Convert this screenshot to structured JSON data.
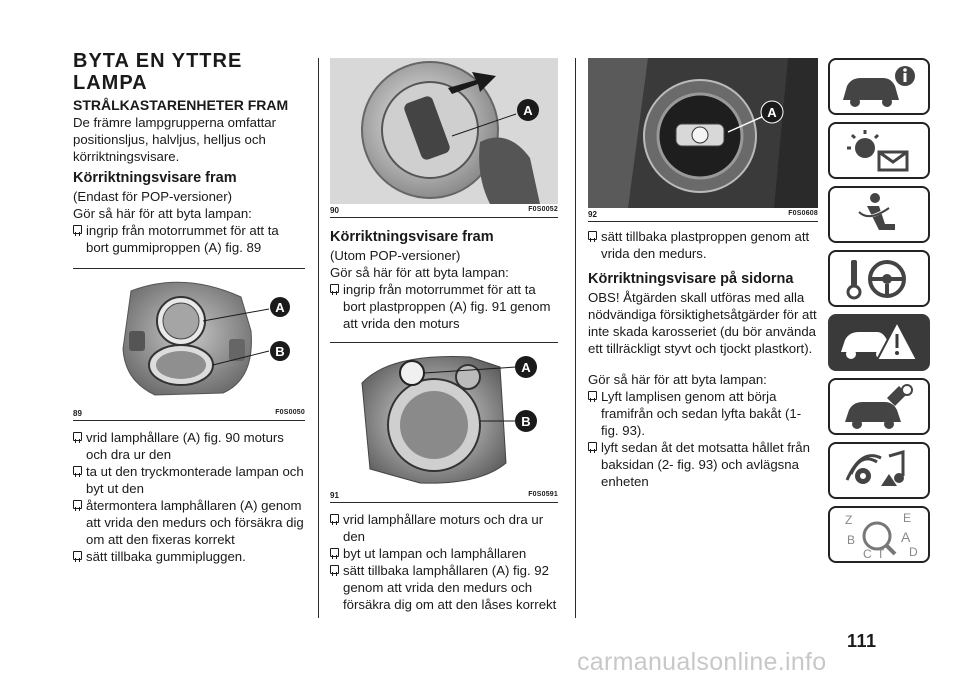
{
  "page_number": "111",
  "watermark": "carmanualsonline.info",
  "col1": {
    "title": "BYTA EN YTTRE LAMPA",
    "subtitle": "STRÅLKASTARENHETER FRAM",
    "intro": "De främre lampgrupperna omfattar positionsljus, halvljus, helljus och körriktningsvisare.",
    "heading": "Körriktningsvisare fram",
    "note": "(Endast för POP-versioner)",
    "lead": "Gör så här för att byta lampan:",
    "step1": "ingrip från motorrummet för att ta bort gummiproppen (A) fig. 89",
    "fig_num": "89",
    "fig_code": "F0S0050",
    "fig_label_a": "A",
    "fig_label_b": "B",
    "steps": [
      "vrid lamphållare (A) fig. 90 moturs och dra ur den",
      "ta ut den tryckmonterade lampan och byt ut den",
      "återmontera lamphållaren (A) genom att vrida den medurs och försäkra dig om att den fixeras korrekt",
      "sätt tillbaka gummipluggen."
    ]
  },
  "col2": {
    "fig_num": "90",
    "fig_code": "F0S0052",
    "fig_label_a": "A",
    "heading": "Körriktningsvisare fram",
    "note": "(Utom POP-versioner)",
    "lead": "Gör så här för att byta lampan:",
    "step1": "ingrip från motorrummet för att ta bort plastproppen (A) fig. 91 genom att vrida den moturs",
    "fig2_num": "91",
    "fig2_code": "F0S0591",
    "fig2_label_a": "A",
    "fig2_label_b": "B",
    "steps": [
      "vrid lamphållare moturs och dra ur den",
      "byt ut lampan och lamphållaren",
      "sätt tillbaka lamphållaren (A) fig. 92 genom att vrida den medurs och försäkra dig om att den låses korrekt"
    ]
  },
  "col3": {
    "fig_num": "92",
    "fig_code": "F0S0608",
    "fig_label_a": "A",
    "step1": "sätt tillbaka plastproppen genom att vrida den medurs.",
    "heading": "Körriktningsvisare på sidorna",
    "obs": "OBS! Åtgärden skall utföras med alla nödvändiga försiktighetsåtgärder för att inte skada karosseriet (du bör använda ett tillräckligt styvt och tjockt plastkort).",
    "lead": "Gör så här för att byta lampan:",
    "steps": [
      "Lyft lamplisen genom att börja framifrån och sedan lyfta bakåt (1-fig. 93).",
      "lyft sedan åt det motsatta hållet från baksidan (2- fig. 93) och avlägsna enheten"
    ]
  },
  "sidebar": {
    "tabs": [
      {
        "icon": "car-info-icon",
        "active": false
      },
      {
        "icon": "warning-lights-icon",
        "active": false
      },
      {
        "icon": "seat-airbag-icon",
        "active": false
      },
      {
        "icon": "steering-wheel-key-icon",
        "active": false
      },
      {
        "icon": "car-breakdown-icon",
        "active": true
      },
      {
        "icon": "car-maintenance-icon",
        "active": false
      },
      {
        "icon": "multimedia-icon",
        "active": false
      },
      {
        "icon": "index-icon",
        "active": false
      }
    ],
    "index_letters": [
      "Z",
      "E",
      "B",
      "A",
      "C",
      "T",
      "D"
    ]
  }
}
